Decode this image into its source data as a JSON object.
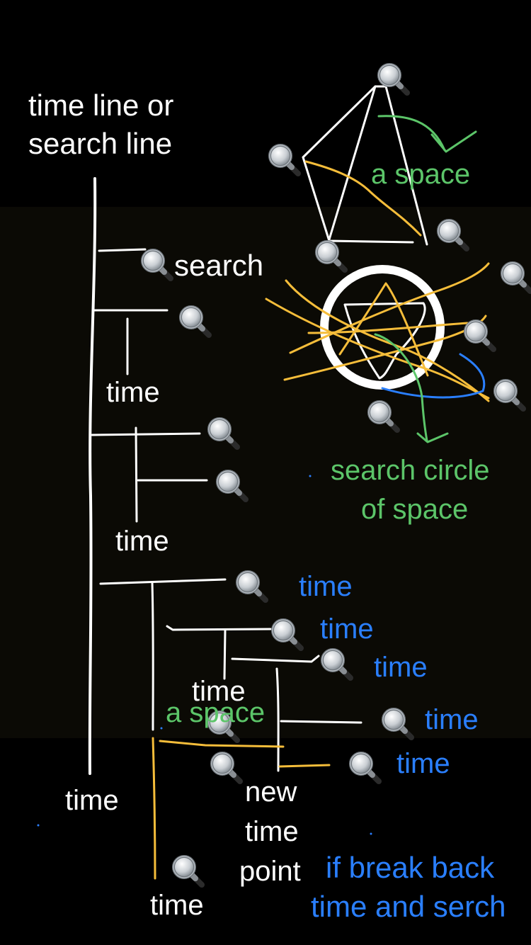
{
  "colors": {
    "background_top": "#000000",
    "background_middle": "#0b0a05",
    "background_bottom": "#000000",
    "white_ink": "#ffffff",
    "green_ink": "#5cc569",
    "blue_ink": "#2a7fff",
    "yellow_ink": "#f5bd3a"
  },
  "icon": "magnifying-glass-icon",
  "labels": {
    "title_line1": "time line or",
    "title_line2": "search line",
    "search": "search",
    "time_a": "time",
    "time_b": "time",
    "time_left_bottom": "time",
    "time_bottom": "time",
    "time_mid": "time",
    "a_space_top": "a space",
    "a_space_mid": "a space",
    "search_circle_line1": "search circle",
    "search_circle_line2": "of space",
    "blue_time_1": "time",
    "blue_time_2": "time",
    "blue_time_3": "time",
    "blue_time_4": "time",
    "blue_time_5": "time",
    "new_time_point_1": "new",
    "new_time_point_2": "time",
    "new_time_point_3": "point",
    "note_line1": "if break back",
    "note_line2": "time and serch"
  }
}
